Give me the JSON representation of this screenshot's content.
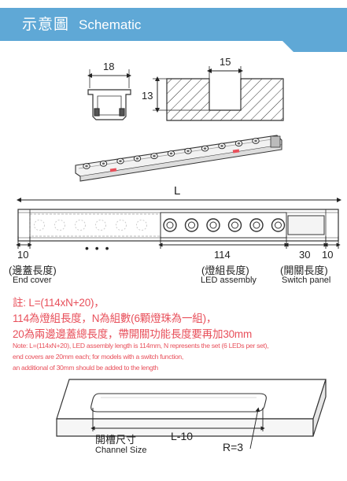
{
  "header": {
    "title_cn": "示意圖",
    "title_en": "Schematic",
    "color": "#5fa8d6"
  },
  "top_diagram": {
    "width_label": "18",
    "groove_width": "15",
    "groove_depth": "13"
  },
  "length_diagram": {
    "total": "L",
    "dots": "• • •",
    "end_cover": {
      "value": "10",
      "cn": "(邊蓋長度)",
      "en": "End cover"
    },
    "led_assembly": {
      "value": "114",
      "cn": "(燈組長度)",
      "en": "LED assembly"
    },
    "switch_panel": {
      "value": "30",
      "cn": "(開關長度)",
      "en": "Switch panel"
    },
    "end_cover_right": "10"
  },
  "notes": {
    "cn": [
      "註: L=(114xN+20)，",
      "114為燈組長度，N為組數(6顆燈珠為一組)，",
      "20為兩邊邊蓋總長度，帶開關功能長度要再加30mm"
    ],
    "en": [
      "Note: L=(114xN+20), LED assembly length is 114mm, N represents the set (6 LEDs per set),",
      "end covers are 20mm each; for models with a switch function,",
      "an additional of 30mm should be added to the length"
    ],
    "color": "#e8505b"
  },
  "channel": {
    "cn": "開槽尺寸",
    "en": "Channel Size",
    "length": "L-10",
    "radius": "R=3"
  }
}
